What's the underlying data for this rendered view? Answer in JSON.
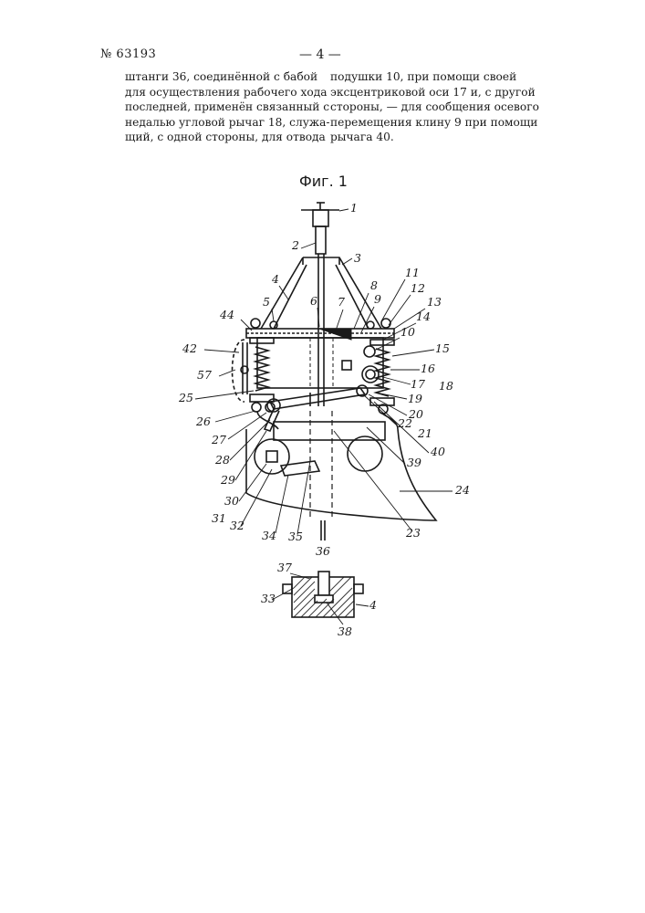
{
  "header": {
    "patent_number": "№ 63193",
    "page_number": "— 4 —"
  },
  "text": {
    "left_lines": [
      "штанги 36, соединённой с бабой",
      "для осуществления рабочего хода",
      "последней, применён связанный с",
      "недалью угловой рычаг 18, служа-",
      "щий, с одной стороны, для отвода"
    ],
    "right_lines": [
      "подушки 10, при помощи своей",
      "эксцентриковой оси 17 и, с другой",
      "стороны, — для сообщения осевого",
      "перемещения клину 9 при помощи",
      "рычага 40."
    ]
  },
  "figure": {
    "title": "Фиг. 1",
    "labels": [
      "1",
      "2",
      "3",
      "4",
      "5",
      "6",
      "7",
      "8",
      "9",
      "11",
      "12",
      "13",
      "14",
      "10",
      "15",
      "16",
      "17",
      "18",
      "19",
      "20",
      "21",
      "22",
      "39",
      "40",
      "44",
      "42",
      "57",
      "25",
      "26",
      "27",
      "28",
      "29",
      "30",
      "31",
      "32",
      "34",
      "35",
      "23",
      "24",
      "36",
      "37",
      "33",
      "38",
      "4"
    ]
  }
}
